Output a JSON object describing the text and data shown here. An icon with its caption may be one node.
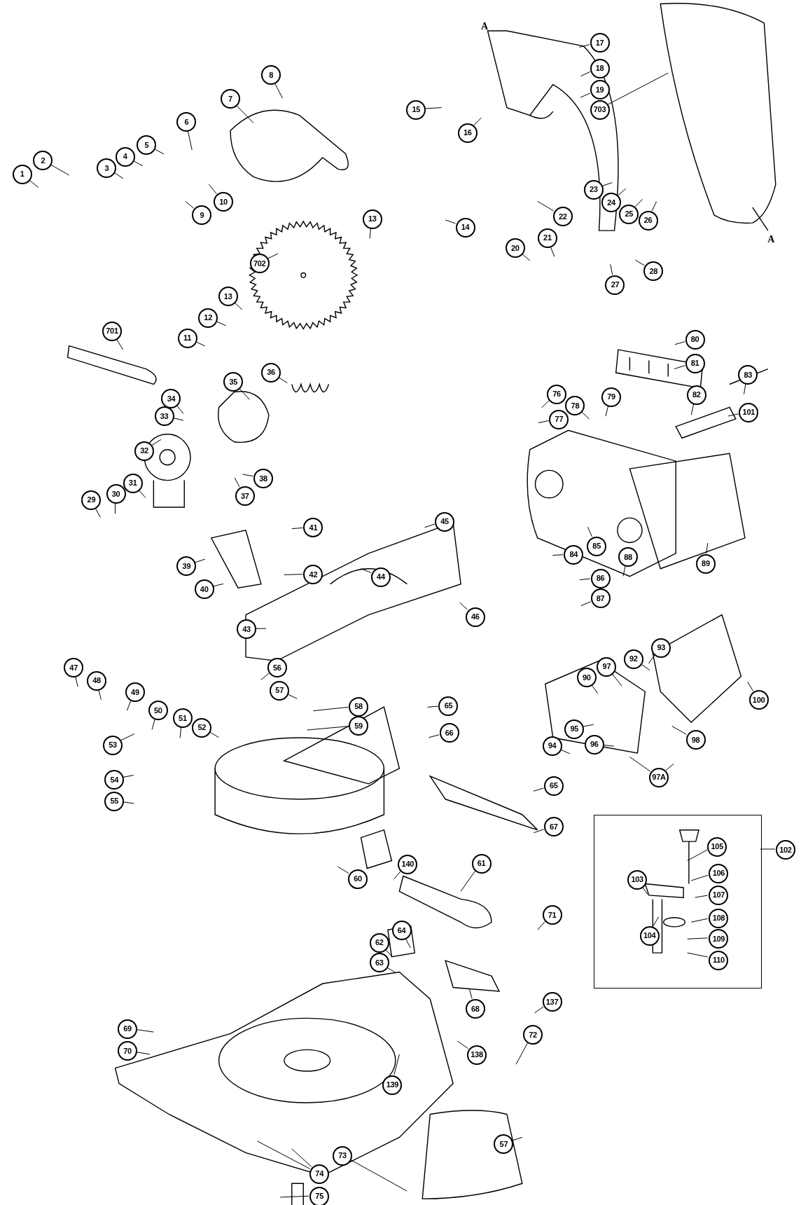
{
  "diagram": {
    "nodes": [
      {
        "text": [
          "1"
        ]
      },
      {
        "text": [
          "2"
        ]
      },
      {
        "text": [
          "3"
        ]
      },
      {
        "text": [
          "4"
        ]
      },
      {
        "text": [
          "5"
        ]
      },
      {
        "text": [
          "6"
        ]
      },
      {
        "text": [
          "7"
        ]
      },
      {
        "text": [
          "8"
        ]
      },
      {
        "text": [
          "9"
        ]
      },
      {
        "text": [
          "10"
        ]
      },
      {
        "text": [
          "11"
        ]
      },
      {
        "text": [
          "12"
        ]
      },
      {
        "text": [
          "13"
        ]
      },
      {
        "text": [
          "13"
        ]
      },
      {
        "text": [
          "14"
        ]
      },
      {
        "text": [
          "15"
        ]
      },
      {
        "text": [
          "16"
        ]
      },
      {
        "text": [
          "17"
        ]
      },
      {
        "text": [
          "18"
        ]
      },
      {
        "text": [
          "19"
        ]
      },
      {
        "text": [
          "703"
        ]
      },
      {
        "text": [
          "20"
        ]
      },
      {
        "text": [
          "21"
        ]
      },
      {
        "text": [
          "22"
        ]
      },
      {
        "text": [
          "23"
        ]
      },
      {
        "text": [
          "24"
        ]
      },
      {
        "text": [
          "25"
        ]
      },
      {
        "text": [
          "26"
        ]
      },
      {
        "text": [
          "27"
        ]
      },
      {
        "text": [
          "28"
        ]
      },
      {
        "text": [
          "702"
        ]
      },
      {
        "text": [
          "701"
        ]
      },
      {
        "text": [
          "33"
        ]
      },
      {
        "text": [
          "34"
        ]
      },
      {
        "text": [
          "35"
        ]
      },
      {
        "text": [
          "36"
        ]
      },
      {
        "text": [
          "32"
        ]
      },
      {
        "text": [
          "31"
        ]
      },
      {
        "text": [
          "30"
        ]
      },
      {
        "text": [
          "29"
        ]
      },
      {
        "text": [
          "38"
        ]
      },
      {
        "text": [
          "37"
        ]
      },
      {
        "text": [
          "41"
        ]
      },
      {
        "text": [
          "42"
        ]
      },
      {
        "text": [
          "39"
        ]
      },
      {
        "text": [
          "40"
        ]
      },
      {
        "text": [
          "45"
        ]
      },
      {
        "text": [
          "44"
        ]
      },
      {
        "text": [
          "46"
        ]
      },
      {
        "text": [
          "43"
        ]
      },
      {
        "text": [
          "47"
        ]
      },
      {
        "text": [
          "48"
        ]
      },
      {
        "text": [
          "49"
        ]
      },
      {
        "text": [
          "50"
        ]
      },
      {
        "text": [
          "51"
        ]
      },
      {
        "text": [
          "52"
        ]
      },
      {
        "text": [
          "56"
        ]
      },
      {
        "text": [
          "57"
        ]
      },
      {
        "text": [
          "53"
        ]
      },
      {
        "text": [
          "54"
        ]
      },
      {
        "text": [
          "55"
        ]
      },
      {
        "text": [
          "58"
        ]
      },
      {
        "text": [
          "59"
        ]
      },
      {
        "text": [
          "65"
        ]
      },
      {
        "text": [
          "66"
        ]
      },
      {
        "text": [
          "65"
        ]
      },
      {
        "text": [
          "67"
        ]
      },
      {
        "text": [
          "140"
        ]
      },
      {
        "text": [
          "61"
        ]
      },
      {
        "text": [
          "60"
        ]
      },
      {
        "text": [
          "62"
        ]
      },
      {
        "text": [
          "64"
        ]
      },
      {
        "text": [
          "63"
        ]
      },
      {
        "text": [
          "71"
        ]
      },
      {
        "text": [
          "68"
        ]
      },
      {
        "text": [
          "137"
        ]
      },
      {
        "text": [
          "138"
        ]
      },
      {
        "text": [
          "139"
        ]
      },
      {
        "text": [
          "72"
        ]
      },
      {
        "text": [
          "69"
        ]
      },
      {
        "text": [
          "70"
        ]
      },
      {
        "text": [
          "57"
        ]
      },
      {
        "text": [
          "73"
        ]
      },
      {
        "text": [
          "74"
        ]
      },
      {
        "text": [
          "75"
        ]
      },
      {
        "text": [
          "76"
        ]
      },
      {
        "text": [
          "77"
        ]
      },
      {
        "text": [
          "78"
        ]
      },
      {
        "text": [
          "79"
        ]
      },
      {
        "text": [
          "80"
        ]
      },
      {
        "text": [
          "81"
        ]
      },
      {
        "text": [
          "82"
        ]
      },
      {
        "text": [
          "83"
        ]
      },
      {
        "text": [
          "101"
        ]
      },
      {
        "text": [
          "84"
        ]
      },
      {
        "text": [
          "85"
        ]
      },
      {
        "text": [
          "86"
        ]
      },
      {
        "text": [
          "87"
        ]
      },
      {
        "text": [
          "88"
        ]
      },
      {
        "text": [
          "89"
        ]
      },
      {
        "text": [
          "93"
        ]
      },
      {
        "text": [
          "92"
        ]
      },
      {
        "text": [
          "97"
        ]
      },
      {
        "text": [
          "90"
        ]
      },
      {
        "text": [
          "100"
        ]
      },
      {
        "text": [
          "98"
        ]
      },
      {
        "text": [
          "94"
        ]
      },
      {
        "text": [
          "95"
        ]
      },
      {
        "text": [
          "96"
        ]
      },
      {
        "text": [
          "97A"
        ]
      },
      {
        "text": [],
        "shape": "box"
      },
      {
        "text": [
          "102"
        ]
      },
      {
        "text": [
          "105"
        ],
        "in": 110
      },
      {
        "text": [
          "103"
        ],
        "in": 110
      },
      {
        "text": [
          "106"
        ],
        "in": 110
      },
      {
        "text": [
          "107"
        ],
        "in": 110
      },
      {
        "text": [
          "104"
        ],
        "in": 110
      },
      {
        "text": [
          "108"
        ],
        "in": 110
      },
      {
        "text": [
          "109"
        ],
        "in": 110
      },
      {
        "text": [
          "110"
        ],
        "in": 110
      }
    ],
    "edges": [
      {
        "from": 0,
        "to": null,
        "arrow": "none"
      },
      {
        "from": 1,
        "to": null,
        "arrow": "none"
      },
      {
        "from": 2,
        "to": null,
        "arrow": "none"
      },
      {
        "from": 3,
        "to": null,
        "arrow": "none"
      },
      {
        "from": 4,
        "to": null,
        "arrow": "none"
      },
      {
        "from": 5,
        "to": null,
        "arrow": "none"
      },
      {
        "from": 6,
        "to": null,
        "arrow": "none"
      },
      {
        "from": 7,
        "to": null,
        "arrow": "none"
      },
      {
        "from": 8,
        "to": null,
        "arrow": "none"
      },
      {
        "from": 9,
        "to": null,
        "arrow": "none"
      },
      {
        "from": 10,
        "to": null,
        "arrow": "none"
      },
      {
        "from": 11,
        "to": null,
        "arrow": "none"
      },
      {
        "from": 12,
        "to": null,
        "arrow": "none"
      },
      {
        "from": 13,
        "to": null,
        "arrow": "none"
      },
      {
        "from": 14,
        "to": null,
        "arrow": "none"
      },
      {
        "from": 15,
        "to": null,
        "arrow": "none"
      },
      {
        "from": 16,
        "to": null,
        "arrow": "none"
      },
      {
        "from": 17,
        "to": null,
        "arrow": "none"
      },
      {
        "from": 18,
        "to": null,
        "arrow": "none"
      },
      {
        "from": 19,
        "to": null,
        "arrow": "none"
      },
      {
        "from": 20,
        "to": null,
        "arrow": "none"
      },
      {
        "from": 21,
        "to": null,
        "arrow": "none"
      },
      {
        "from": 22,
        "to": null,
        "arrow": "none"
      },
      {
        "from": 23,
        "to": null,
        "arrow": "none"
      },
      {
        "from": 24,
        "to": null,
        "arrow": "none"
      },
      {
        "from": 25,
        "to": null,
        "arrow": "none"
      },
      {
        "from": 26,
        "to": null,
        "arrow": "none"
      },
      {
        "from": 27,
        "to": null,
        "arrow": "none"
      },
      {
        "from": 28,
        "to": null,
        "arrow": "none"
      },
      {
        "from": 29,
        "to": null,
        "arrow": "none"
      },
      {
        "from": 30,
        "to": null,
        "arrow": "none"
      },
      {
        "from": 31,
        "to": null,
        "arrow": "none"
      },
      {
        "from": 32,
        "to": null,
        "arrow": "none"
      },
      {
        "from": 33,
        "to": null,
        "arrow": "none"
      },
      {
        "from": 34,
        "to": null,
        "arrow": "none"
      },
      {
        "from": 35,
        "to": null,
        "arrow": "none"
      },
      {
        "from": 36,
        "to": null,
        "arrow": "none"
      },
      {
        "from": 37,
        "to": null,
        "arrow": "none"
      },
      {
        "from": 38,
        "to": null,
        "arrow": "none"
      },
      {
        "from": 39,
        "to": null,
        "arrow": "none"
      },
      {
        "from": 40,
        "to": null,
        "arrow": "none"
      },
      {
        "from": 41,
        "to": null,
        "arrow": "none"
      },
      {
        "from": 42,
        "to": null,
        "arrow": "none"
      },
      {
        "from": 43,
        "to": null,
        "arrow": "none"
      },
      {
        "from": 44,
        "to": null,
        "arrow": "none"
      },
      {
        "from": 45,
        "to": null,
        "arrow": "none"
      },
      {
        "from": 46,
        "to": null,
        "arrow": "none"
      },
      {
        "from": 47,
        "to": null,
        "arrow": "none"
      },
      {
        "from": 48,
        "to": null,
        "arrow": "none"
      },
      {
        "from": 49,
        "to": null,
        "arrow": "none"
      },
      {
        "from": 50,
        "to": null,
        "arrow": "none"
      },
      {
        "from": 51,
        "to": null,
        "arrow": "none"
      },
      {
        "from": 52,
        "to": null,
        "arrow": "none"
      },
      {
        "from": 53,
        "to": null,
        "arrow": "none"
      },
      {
        "from": 54,
        "to": null,
        "arrow": "none"
      },
      {
        "from": 55,
        "to": null,
        "arrow": "none"
      },
      {
        "from": 56,
        "to": null,
        "arrow": "none"
      },
      {
        "from": 57,
        "to": null,
        "arrow": "none"
      },
      {
        "from": 58,
        "to": null,
        "arrow": "none"
      },
      {
        "from": 59,
        "to": null,
        "arrow": "none"
      },
      {
        "from": 60,
        "to": null,
        "arrow": "none"
      },
      {
        "from": 61,
        "to": null,
        "arrow": "none"
      },
      {
        "from": 62,
        "to": null,
        "arrow": "none"
      },
      {
        "from": 63,
        "to": null,
        "arrow": "none"
      },
      {
        "from": 64,
        "to": null,
        "arrow": "none"
      },
      {
        "from": 65,
        "to": null,
        "arrow": "none"
      },
      {
        "from": 66,
        "to": null,
        "arrow": "none"
      },
      {
        "from": 67,
        "to": null,
        "arrow": "none"
      },
      {
        "from": 68,
        "to": null,
        "arrow": "none"
      },
      {
        "from": 69,
        "to": null,
        "arrow": "none"
      },
      {
        "from": 70,
        "to": null,
        "arrow": "none"
      },
      {
        "from": 71,
        "to": null,
        "arrow": "none"
      },
      {
        "from": 72,
        "to": null,
        "arrow": "none"
      },
      {
        "from": 73,
        "to": null,
        "arrow": "none"
      },
      {
        "from": 74,
        "to": null,
        "arrow": "none"
      },
      {
        "from": 75,
        "to": null,
        "arrow": "none"
      },
      {
        "from": 76,
        "to": null,
        "arrow": "none"
      },
      {
        "from": 77,
        "to": null,
        "arrow": "none"
      },
      {
        "from": 78,
        "to": null,
        "arrow": "none"
      },
      {
        "from": 79,
        "to": null,
        "arrow": "none"
      },
      {
        "from": 80,
        "to": null,
        "arrow": "none"
      },
      {
        "from": 81,
        "to": null,
        "arrow": "none"
      },
      {
        "from": 82,
        "to": null,
        "arrow": "none"
      },
      {
        "from": 83,
        "to": null,
        "arrow": "none"
      },
      {
        "from": 83,
        "to": null,
        "arrow": "none"
      },
      {
        "from": 84,
        "to": null,
        "arrow": "none"
      },
      {
        "from": 85,
        "to": null,
        "arrow": "none"
      },
      {
        "from": 86,
        "to": null,
        "arrow": "none"
      },
      {
        "from": 87,
        "to": null,
        "arrow": "none"
      },
      {
        "from": 88,
        "to": null,
        "arrow": "none"
      },
      {
        "from": 89,
        "to": null,
        "arrow": "none"
      },
      {
        "from": 90,
        "to": null,
        "arrow": "none"
      },
      {
        "from": 91,
        "to": null,
        "arrow": "none"
      },
      {
        "from": 92,
        "to": null,
        "arrow": "none"
      },
      {
        "from": 93,
        "to": null,
        "arrow": "none"
      },
      {
        "from": 94,
        "to": null,
        "arrow": "none"
      },
      {
        "from": 95,
        "to": null,
        "arrow": "none"
      },
      {
        "from": 96,
        "to": null,
        "arrow": "none"
      },
      {
        "from": 97,
        "to": null,
        "arrow": "none"
      },
      {
        "from": 98,
        "to": null,
        "arrow": "none"
      },
      {
        "from": 99,
        "to": null,
        "arrow": "none"
      },
      {
        "from": 100,
        "to": null,
        "arrow": "none"
      },
      {
        "from": 101,
        "to": null,
        "arrow": "none"
      },
      {
        "from": 102,
        "to": null,
        "arrow": "none"
      },
      {
        "from": 103,
        "to": null,
        "arrow": "none"
      },
      {
        "from": 104,
        "to": null,
        "arrow": "none"
      },
      {
        "from": 105,
        "to": null,
        "arrow": "none"
      },
      {
        "from": 106,
        "to": null,
        "arrow": "none"
      },
      {
        "from": 107,
        "to": null,
        "arrow": "none"
      },
      {
        "from": 108,
        "to": null,
        "arrow": "none"
      },
      {
        "from": 109,
        "to": null,
        "arrow": "none"
      },
      {
        "from": 109,
        "to": null,
        "arrow": "none"
      },
      {
        "from": 111,
        "to": 110,
        "arrow": "none"
      },
      {
        "from": 112,
        "to": null,
        "arrow": "none"
      },
      {
        "from": 113,
        "to": null,
        "arrow": "none"
      },
      {
        "from": 114,
        "to": null,
        "arrow": "none"
      },
      {
        "from": 115,
        "to": null,
        "arrow": "none"
      },
      {
        "from": 116,
        "to": null,
        "arrow": "none"
      },
      {
        "from": 117,
        "to": null,
        "arrow": "none"
      },
      {
        "from": 118,
        "to": null,
        "arrow": "none"
      },
      {
        "from": 119,
        "to": null,
        "arrow": "none"
      }
    ],
    "labels": [
      "A",
      "A"
    ]
  }
}
